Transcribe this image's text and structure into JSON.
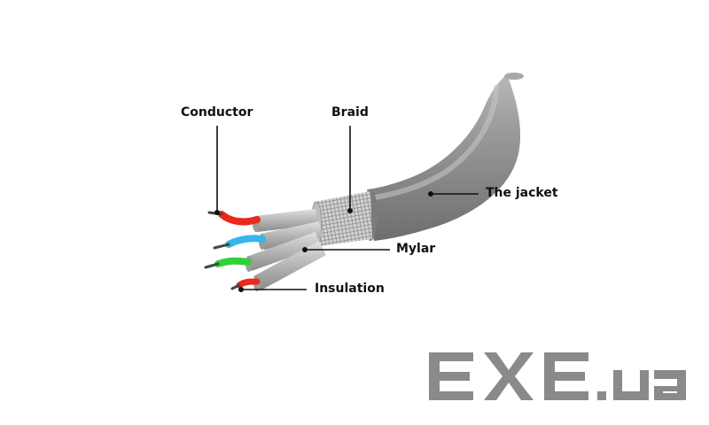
{
  "labels": {
    "conductor": "Conductor",
    "braid": "Braid",
    "jacket": "The jacket",
    "mylar": "Mylar",
    "insulation": "Insulation"
  },
  "watermark": {
    "text": "EXE.ua",
    "color": "#8a8a8a"
  },
  "colors": {
    "jacket": "#8c8c8c",
    "wire_red": "#e8291c",
    "wire_blue": "#36b6ea",
    "wire_green": "#2fd23a",
    "wire_red2": "#e8291c"
  }
}
